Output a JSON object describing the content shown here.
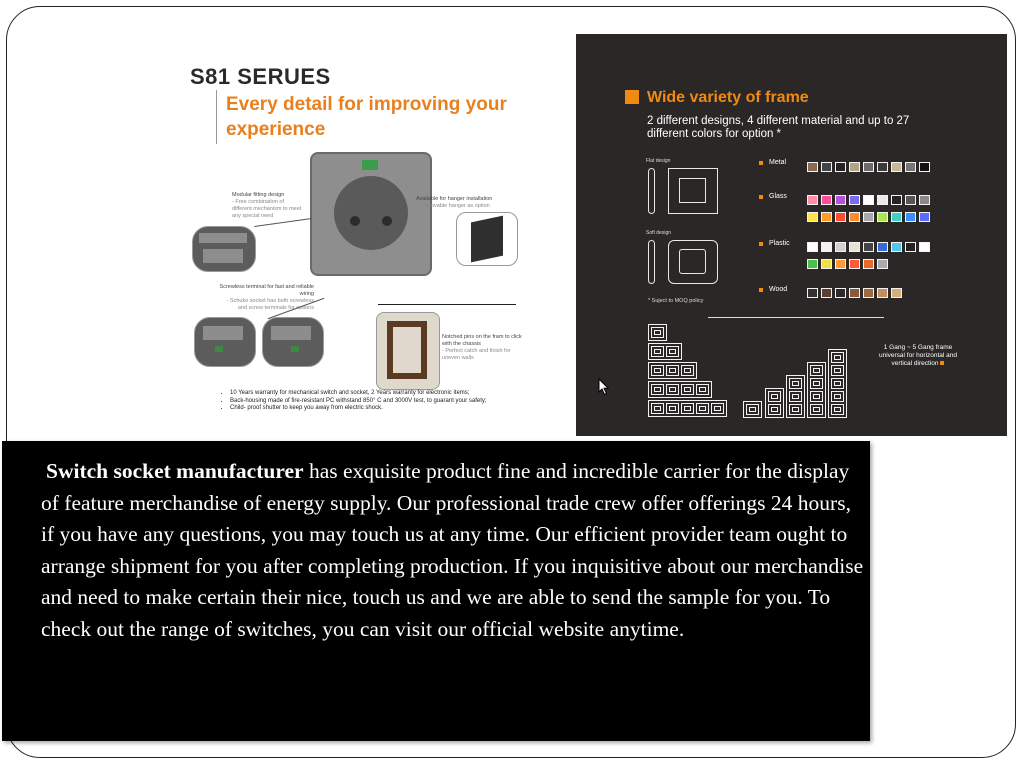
{
  "catalog_left": {
    "model_title": "S81 SERUES",
    "tagline": "Every detail for improving your experience",
    "callouts": {
      "modular_title": "Modular fitting design",
      "modular_desc": "- Free combination of different mechanism to meet any special need",
      "hanger_title": "Available for hanger installation",
      "hanger_desc": "- Removable hanger as option",
      "terminal_title": "Screwless terminal for fast and reliable wiring",
      "terminal_desc": "- Schuko socket has both screwless and screw terminals for options",
      "pins_title": "Notched pins on the fram to click with the chassis",
      "pins_desc": "- Perfect catch and finish for uneven walls"
    },
    "warranty": [
      "10 Years warranty for mechanical switch and socket, 2 Years warranty for electronic items;",
      "Back-housing made of fire-resistant PC withstand 850° C  and  3000V test, to guarant your safety;",
      "Child- proof  shutter  to  keep you away from electric shock."
    ]
  },
  "catalog_right": {
    "accent_color": "#f08a12",
    "title": "Wide variety of frame",
    "description": "2 different designs, 4 different material and up to 27 different colors for option *",
    "flat_design_label": "Flat design",
    "soft_design_label": "Soft design",
    "materials": {
      "metal": "Metal",
      "glass": "Glass",
      "plastic": "Plastic",
      "wood": "Wood"
    },
    "moq_note": "* Suject to MOQ policy",
    "gang_note": "1 Gang ~ 5 Gang frame universal for horizontal and vertical direction",
    "swatches": {
      "metal": [
        "#8a6a52",
        "#444444",
        "#222222",
        "#b0a48a",
        "#6b6b6b",
        "#3a3a3a",
        "#c8b89a",
        "#777777",
        "#111111"
      ],
      "glass_row1": [
        "#ff8fa8",
        "#ff4f9a",
        "#b455d8",
        "#7a6cf0",
        "#ffffff",
        "#e8e8e8",
        "#222222",
        "#555555",
        "#888888"
      ],
      "glass_row2": [
        "#ffe14a",
        "#ff9a2a",
        "#ff4d2a",
        "#ff8d2d",
        "#a8a8a8",
        "#a8e84a",
        "#3fd1c8",
        "#3a8dff",
        "#5a6cff"
      ],
      "plastic_row1": [
        "#ffffff",
        "#f2f2f2",
        "#d0d0d0",
        "#e8e0d0",
        "#444444",
        "#3a6ad8",
        "#56c6e8",
        "#222222",
        "#ffffff"
      ],
      "plastic_row2": [
        "#4cc04c",
        "#f0e050",
        "#ff9a3a",
        "#ff5a3a",
        "#e86a2a",
        "#aaaaaa"
      ],
      "wood": [
        "#333333",
        "#5a4030",
        "#2a2a2a",
        "#8a5a3a",
        "#a06a40",
        "#c09060",
        "#d4b080"
      ]
    }
  },
  "body_text": {
    "lead_bold": "Switch socket manufacturer",
    "rest": " has exquisite product fine and incredible carrier for the display of feature merchandise of energy supply. Our professional trade crew offer offerings 24 hours, if you have any questions, you may touch us at any time. Our efficient provider team ought to arrange shipment for you after completing production. If you inquisitive about our merchandise and need to make certain their nice, touch us and we are able to send the sample for you. To check out the range of switches, you can visit our official website anytime."
  }
}
